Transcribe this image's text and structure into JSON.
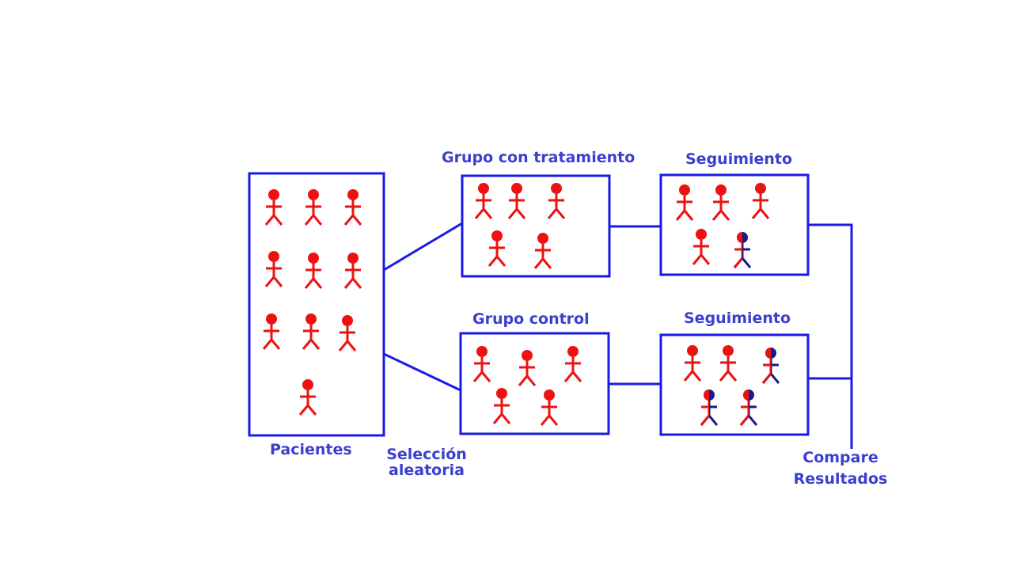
{
  "labels": {
    "patients": "Pacientes",
    "random_selection_line1": "Selección",
    "random_selection_line2": "aleatoria",
    "treatment_group": "Grupo con tratamiento",
    "control_group": "Grupo control",
    "followup_top": "Seguimiento",
    "followup_bottom": "Seguimiento",
    "compare_line1": "Compare",
    "compare_line2": "Resultados"
  },
  "groups": {
    "patients_count": 10,
    "treatment_count": 5,
    "control_count": 5,
    "followup_treatment": {
      "healthy": 4,
      "affected": 1
    },
    "followup_control": {
      "healthy": 2,
      "affected": 3
    }
  },
  "colors": {
    "box_stroke": "#1a1ae6",
    "label_text": "#3b3fcf",
    "healthy_figure": "#ee1111",
    "affected_figure": "#1a1a8c"
  },
  "icons": {
    "healthy": "person-stick-figure-red-icon",
    "affected": "person-stick-figure-half-blue-icon"
  }
}
